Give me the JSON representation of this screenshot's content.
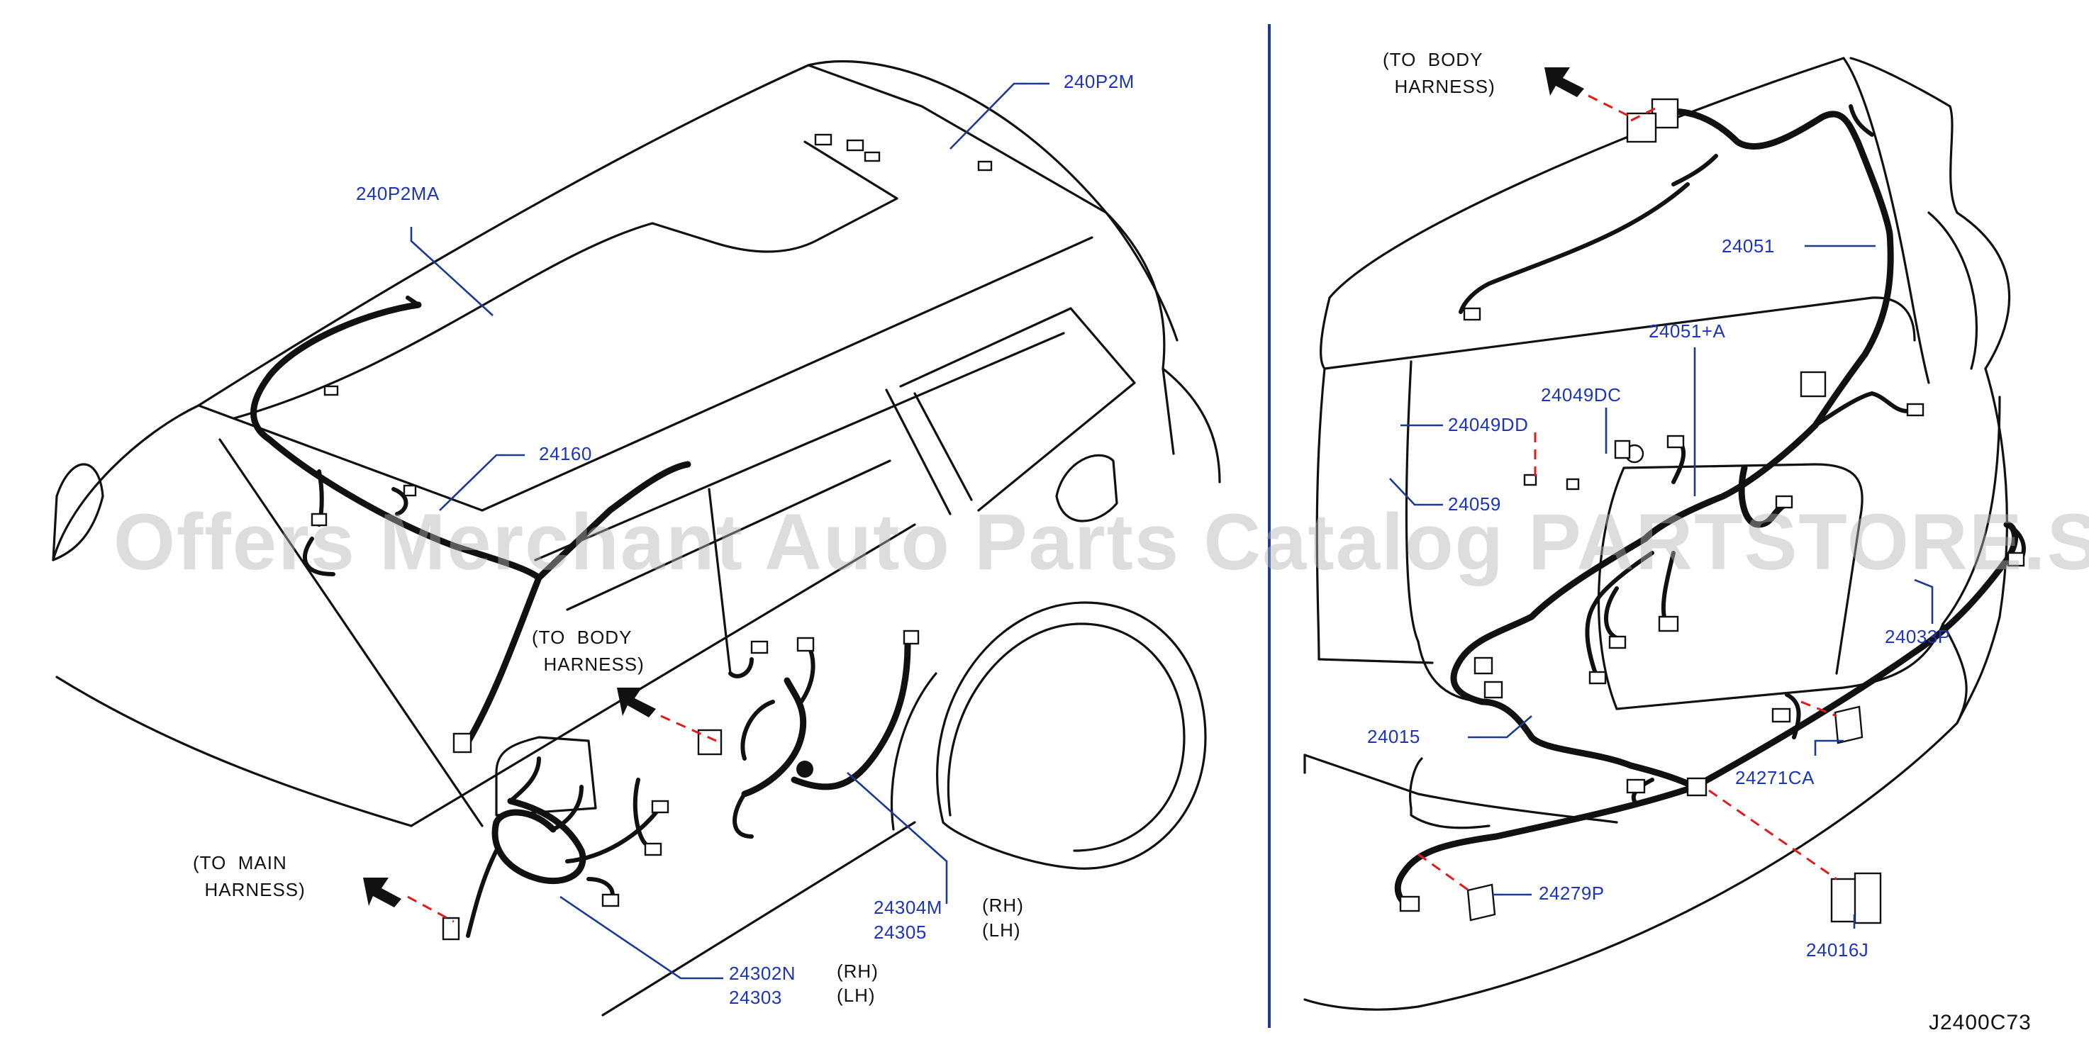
{
  "watermark": "Offers Merchant Auto Parts Catalog PARTSTORE.SA",
  "diagram_code": "J2400C73",
  "left_panel": {
    "notes": {
      "to_body_harness": "(TO  BODY\n  HARNESS)",
      "to_main_harness": "(TO  MAIN\n  HARNESS)"
    },
    "labels": {
      "l240P2M": "240P2M",
      "l240P2MA": "240P2MA",
      "l24160": "24160",
      "l24304M": "24304M",
      "l24305": "24305",
      "l24304M_side": "(RH)",
      "l24305_side": "(LH)",
      "l24302N": "24302N",
      "l24303": "24303",
      "l24302N_side": "(RH)",
      "l24303_side": "(LH)"
    }
  },
  "right_panel": {
    "notes": {
      "to_body_harness": "(TO  BODY\n  HARNESS)"
    },
    "labels": {
      "l24051": "24051",
      "l24051A": "24051+A",
      "l24049DC": "24049DC",
      "l24049DD": "24049DD",
      "l24059": "24059",
      "l24033P": "24033P",
      "l24015": "24015",
      "l24271CA": "24271CA",
      "l24279P": "24279P",
      "l24016J": "24016J"
    }
  },
  "colors": {
    "label_blue": "#1d35b8",
    "leader_blue": "#1d3a8f",
    "dash_red": "#e01b1b",
    "line": "#111111"
  }
}
